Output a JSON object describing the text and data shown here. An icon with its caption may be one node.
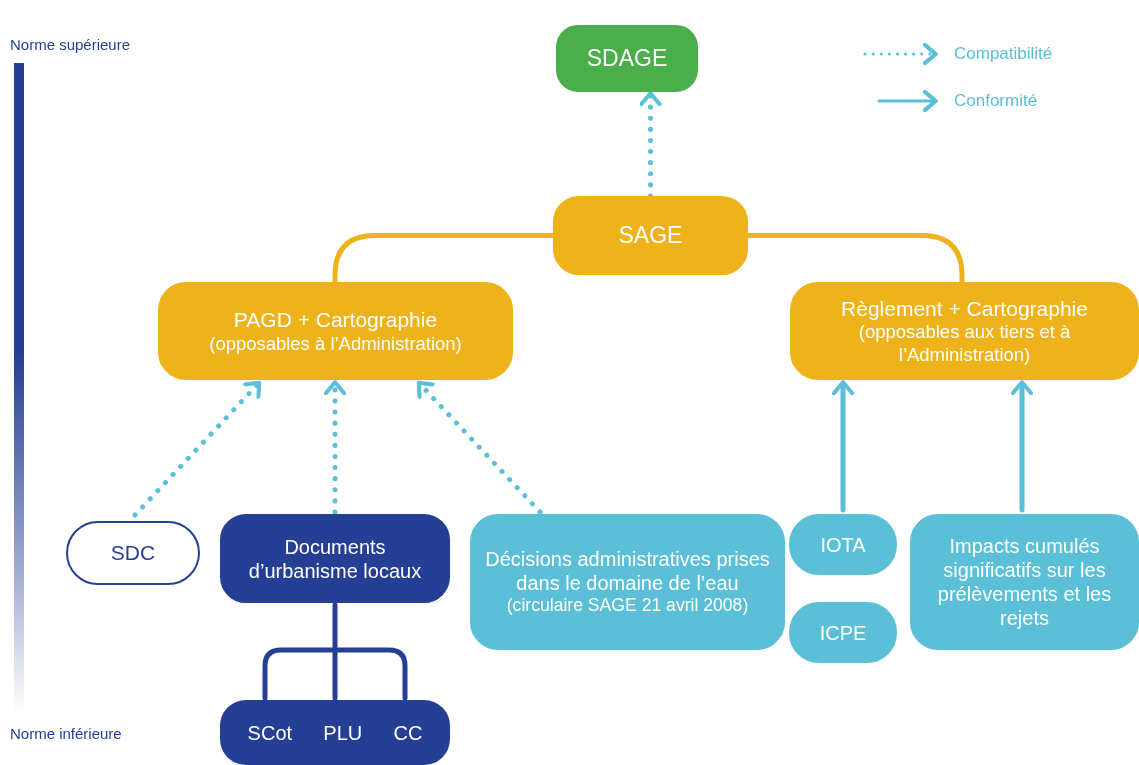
{
  "diagram": {
    "nodes": [
      {
        "text": [
          "SDAGE"
        ]
      },
      {
        "text": [
          "SAGE"
        ]
      },
      {
        "text": [
          "PAGD + Cartographie",
          "(opposables à l’Administration)"
        ]
      },
      {
        "text": [
          "Règlement + Cartographie",
          "(opposables aux tiers et à l’Administration)"
        ]
      },
      {
        "text": [
          "SDC"
        ]
      },
      {
        "text": [
          "Documents d’urbanisme locaux"
        ]
      },
      {
        "text": [
          "Décisions administratives prises dans le domaine de l’eau",
          "(circulaire SAGE 21 avril 2008)"
        ]
      },
      {
        "text": [
          "IOTA"
        ]
      },
      {
        "text": [
          "ICPE"
        ]
      },
      {
        "text": [
          "Impacts cumulés significatifs sur les prélèvements et les rejets"
        ]
      },
      {
        "text": [
          "SCot",
          "PLU",
          "CC"
        ]
      }
    ],
    "edges": [
      {
        "from": 1,
        "to": 0,
        "arrow": "to",
        "style": "dashed"
      },
      {
        "from": 1,
        "to": 2,
        "arrow": "none",
        "color": "#eeb31b"
      },
      {
        "from": 1,
        "to": 3,
        "arrow": "none",
        "color": "#eeb31b"
      },
      {
        "from": 4,
        "to": 2,
        "arrow": "to",
        "style": "dashed"
      },
      {
        "from": 5,
        "to": 2,
        "arrow": "to",
        "style": "dashed"
      },
      {
        "from": 6,
        "to": 2,
        "arrow": "to",
        "style": "dashed"
      },
      {
        "from": 7,
        "to": 3,
        "arrow": "to"
      },
      {
        "from": 9,
        "to": 3,
        "arrow": "to"
      },
      {
        "from": 5,
        "to": 10,
        "arrow": "none",
        "color": "#253f94"
      }
    ],
    "labels": [
      "Norme supérieure",
      "Norme inférieure"
    ],
    "legend": [
      {
        "text": "Compatibilité"
      },
      {
        "text": "Conformité"
      }
    ]
  }
}
